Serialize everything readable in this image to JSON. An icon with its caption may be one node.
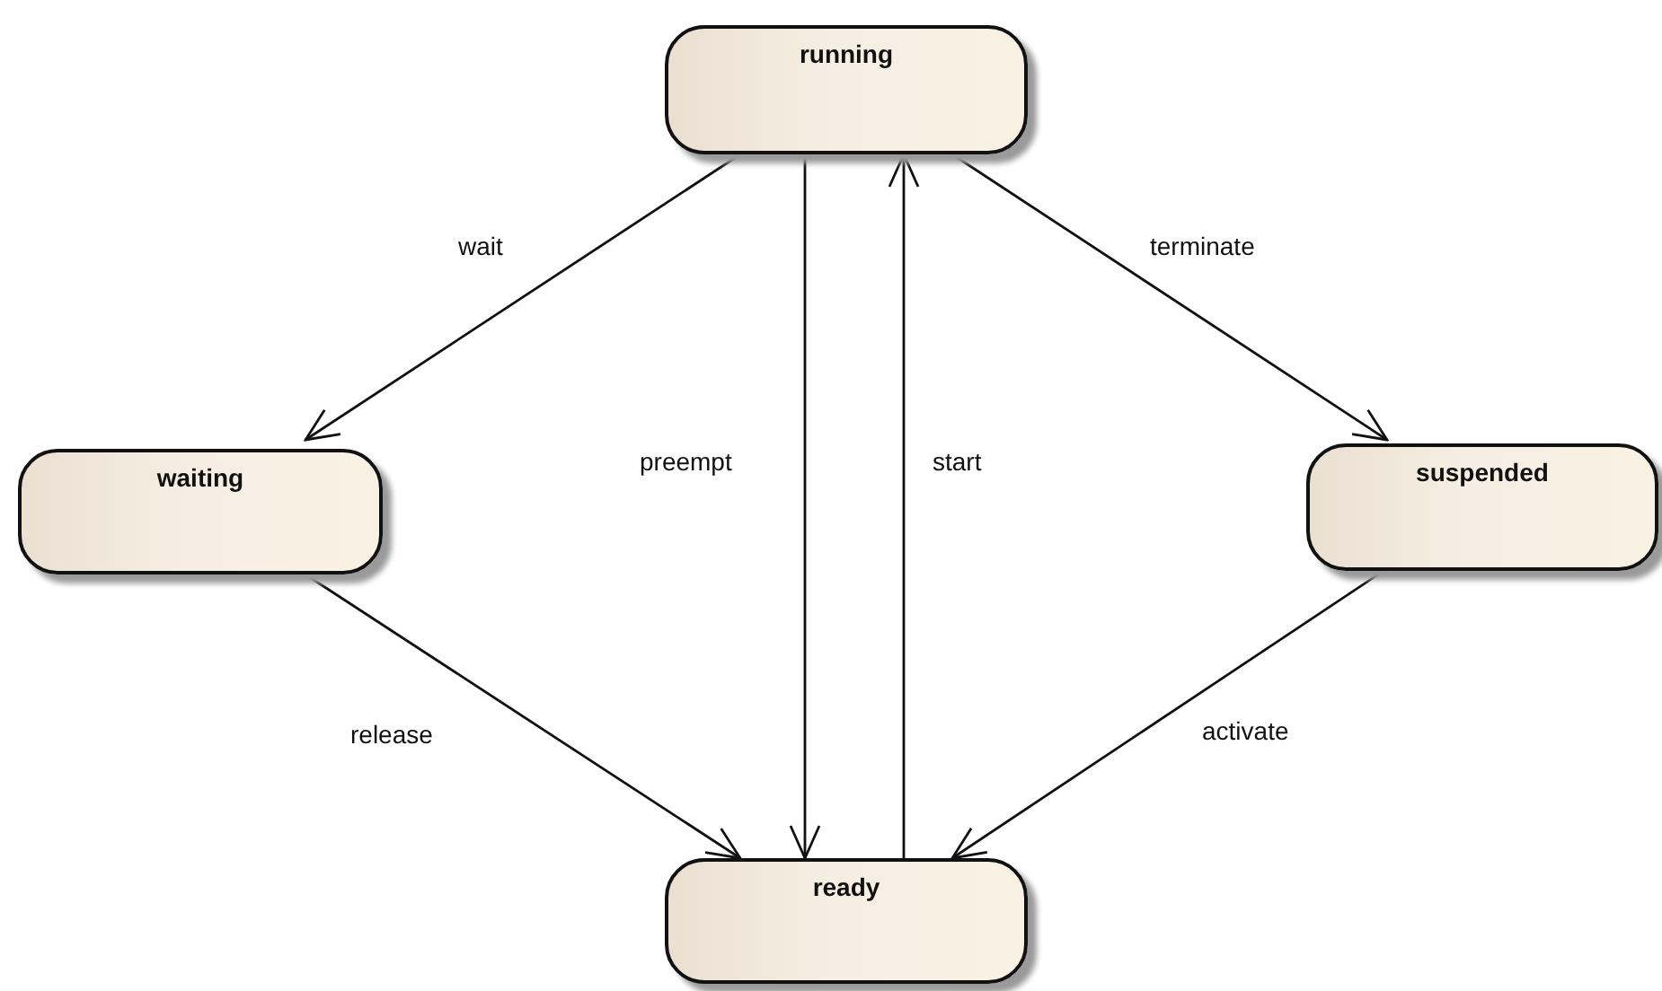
{
  "diagram": {
    "nodes": [
      {
        "text": [
          "running"
        ]
      },
      {
        "text": [
          "waiting"
        ]
      },
      {
        "text": [
          "suspended"
        ]
      },
      {
        "text": [
          "ready"
        ]
      }
    ],
    "edges": [
      {
        "from": 0,
        "to": 1,
        "arrow": "to",
        "label": "wait"
      },
      {
        "from": 0,
        "to": 3,
        "arrow": "to",
        "label": "preempt"
      },
      {
        "from": 3,
        "to": 0,
        "arrow": "to",
        "label": "start"
      },
      {
        "from": 0,
        "to": 2,
        "arrow": "to",
        "label": "terminate"
      },
      {
        "from": 1,
        "to": 3,
        "arrow": "to",
        "label": "release"
      },
      {
        "from": 2,
        "to": 3,
        "arrow": "to",
        "label": "activate"
      }
    ]
  }
}
